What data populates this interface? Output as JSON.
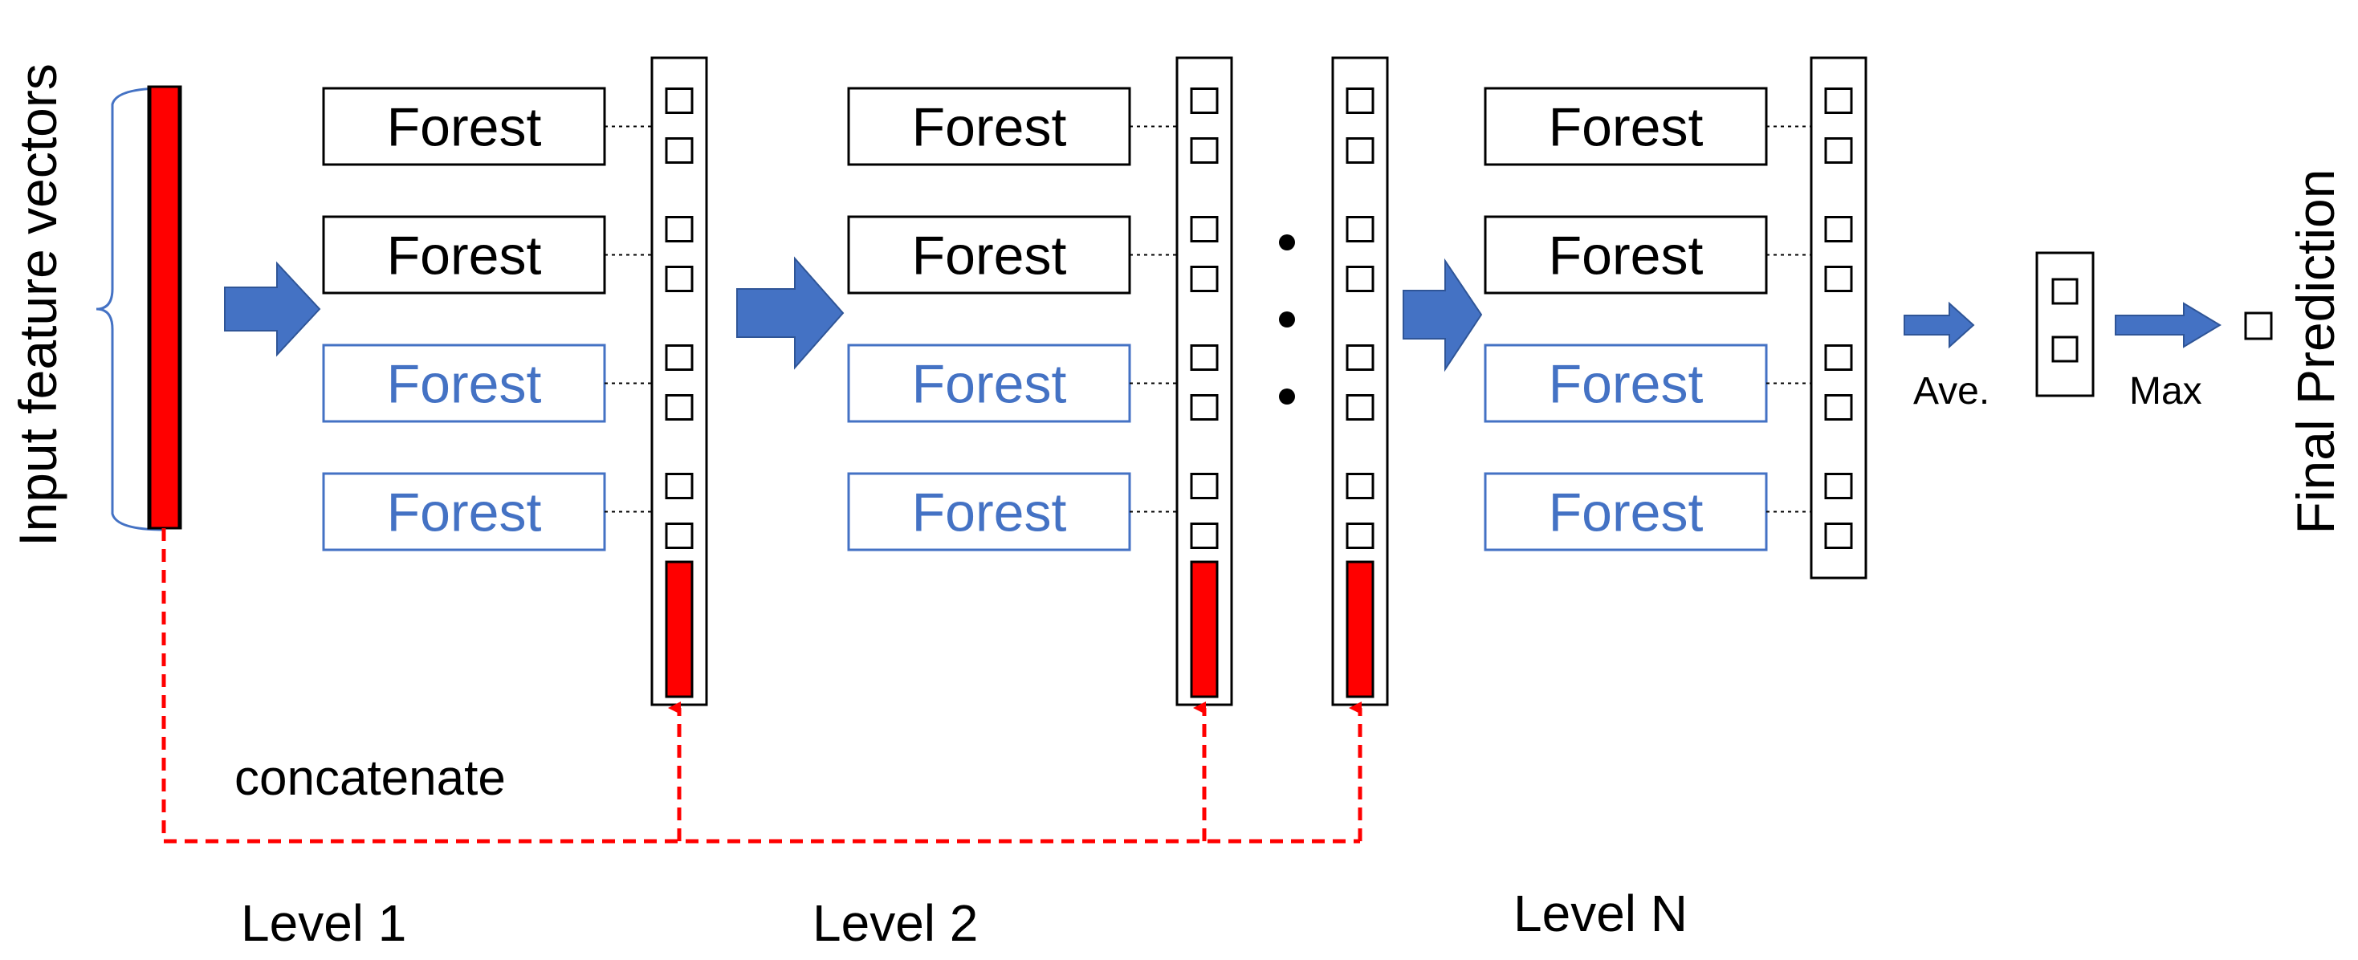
{
  "input_label": "Input feature vectors",
  "final_label": "Final Prediction",
  "concat_label": "concatenate",
  "levels": [
    "Level 1",
    "Level 2",
    "Level N"
  ],
  "forest_label": "Forest",
  "forest_styles": [
    "black",
    "black",
    "blue",
    "blue"
  ],
  "avg_label": "Ave.",
  "max_label": "Max",
  "colors": {
    "forest_black": "#000000",
    "forest_blue": "#4472c4",
    "arrow": "#4472c4",
    "feature": "#ff0000",
    "concat_line": "#ff0000"
  }
}
